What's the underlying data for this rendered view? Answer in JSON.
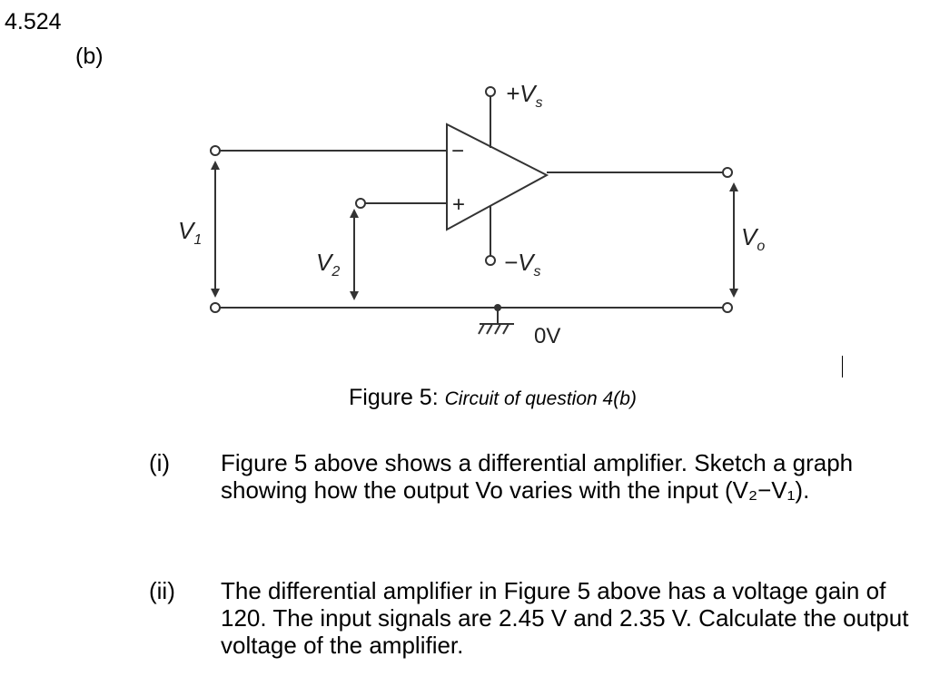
{
  "header": {
    "question_number": "4.524",
    "part_label": "(b)"
  },
  "circuit": {
    "labels": {
      "plus_vs": "+V",
      "plus_vs_sub": "s",
      "minus_vs": "−V",
      "minus_vs_sub": "s",
      "inverting": "−",
      "noninverting": "+",
      "v1": "V",
      "v1_sub": "1",
      "v2": "V",
      "v2_sub": "2",
      "vo": "V",
      "vo_sub": "o",
      "ground": "0V"
    }
  },
  "caption": {
    "figure": "Figure 5:",
    "description": "Circuit of question 4(b)"
  },
  "items": [
    {
      "number": "(i)",
      "text": "Figure 5 above shows a differential amplifier. Sketch a graph showing how the output Vo varies with the input (V₂−V₁)."
    },
    {
      "number": "(ii)",
      "text": "The differential amplifier in Figure 5 above has a voltage gain of 120. The input signals are 2.45 V and 2.35 V. Calculate the output voltage of the amplifier."
    }
  ]
}
